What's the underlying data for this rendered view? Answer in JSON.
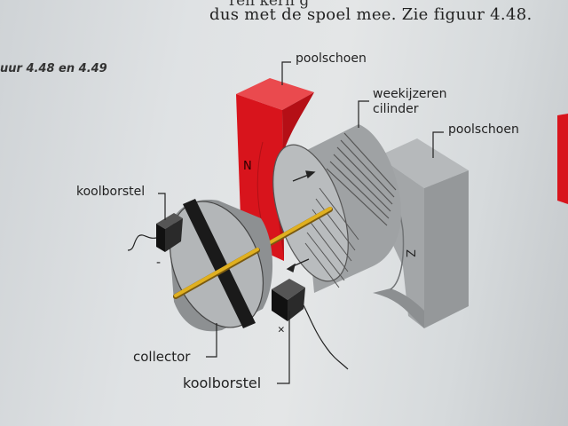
{
  "page": {
    "header_line_partial": "ren kern g",
    "header_line": "dus met de spoel mee. Zie figuur 4.48.",
    "caption_ref": "uur 4.48 en 4.49"
  },
  "labels": {
    "pole_shoe_top": "poolschoen",
    "soft_iron_cylinder_line1": "weekijzeren",
    "soft_iron_cylinder_line2": "cilinder",
    "pole_shoe_right": "poolschoen",
    "carbon_brush_left": "koolborstel",
    "collector": "collector",
    "carbon_brush_bottom": "koolborstel",
    "north_pole": "N",
    "south_pole": "Z",
    "minus_sign": "-",
    "plus_sign": "+"
  },
  "colors": {
    "magnet_red": "#d8141c",
    "steel_grey": "#a9acae",
    "axle_yellow": "#e0b020",
    "brush_black": "#1a1a1a"
  }
}
